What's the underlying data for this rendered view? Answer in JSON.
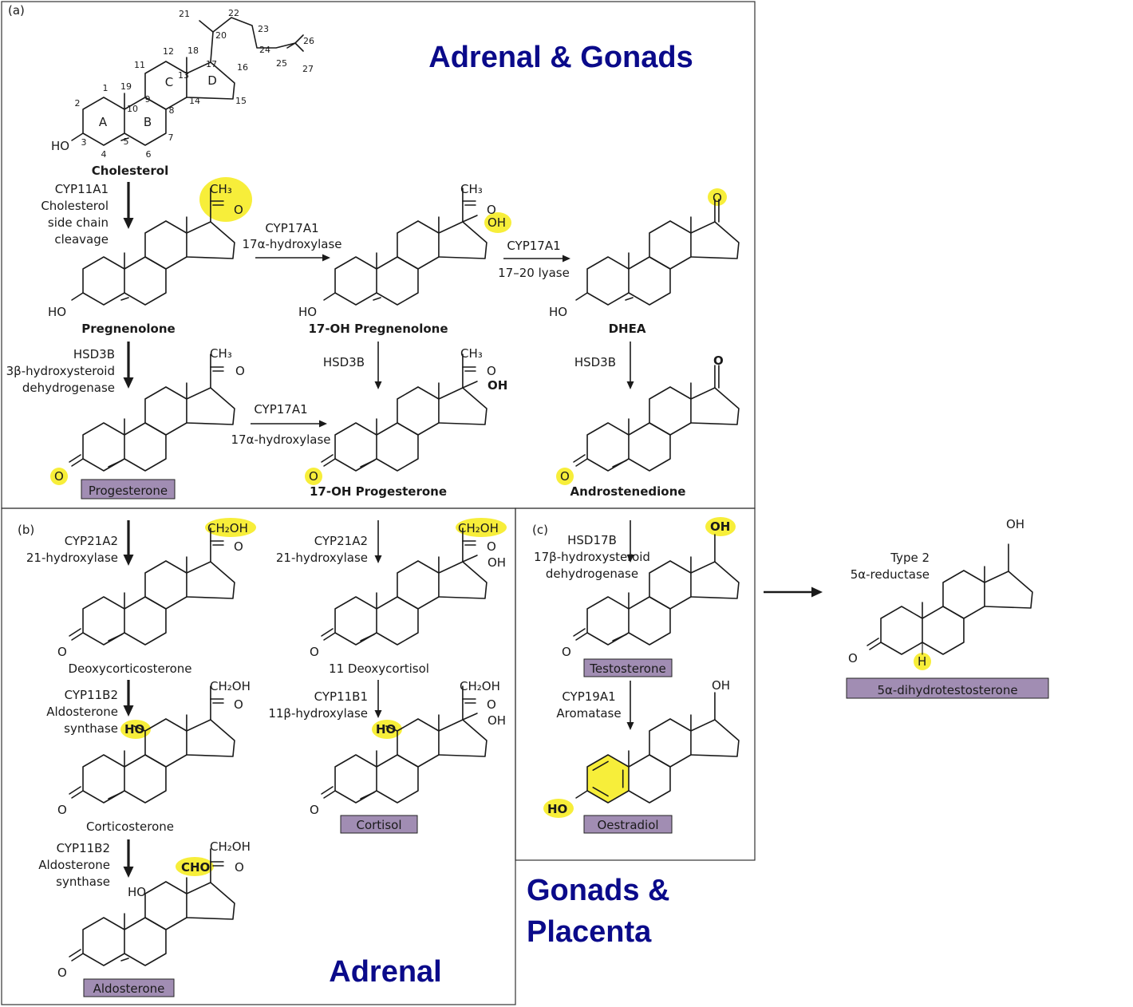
{
  "panels": {
    "a": "(a)",
    "b": "(b)",
    "c": "(c)"
  },
  "regions": {
    "adrenal_gonads": "Adrenal & Gonads",
    "adrenal": "Adrenal",
    "gonads_placenta_1": "Gonads &",
    "gonads_placenta_2": "Placenta"
  },
  "compounds": {
    "cholesterol": "Cholesterol",
    "pregnenolone": "Pregnenolone",
    "oh_pregnenolone": "17-OH Pregnenolone",
    "dhea": "DHEA",
    "progesterone": "Progesterone",
    "oh_progesterone": "17-OH Progesterone",
    "androstenedione": "Androstenedione",
    "deoxycorticosterone": "Deoxycorticosterone",
    "deoxycortisol": "11 Deoxycortisol",
    "testosterone": "Testosterone",
    "corticosterone": "Corticosterone",
    "cortisol": "Cortisol",
    "oestradiol": "Oestradiol",
    "aldosterone": "Aldosterone",
    "dht": "5α-dihydrotestosterone"
  },
  "enzymes": {
    "cyp11a1": [
      "CYP11A1",
      "Cholesterol",
      "side chain",
      "cleavage"
    ],
    "cyp17a1_hyd_top": [
      "CYP17A1",
      "17α-hydroxylase"
    ],
    "cyp17a1_lyase": [
      "CYP17A1",
      "17–20 lyase"
    ],
    "hsd3b_left": [
      "HSD3B",
      "3β-hydroxysteroid",
      "dehydrogenase"
    ],
    "hsd3b_mid": "HSD3B",
    "hsd3b_right": "HSD3B",
    "cyp17a1_hyd_mid": [
      "CYP17A1",
      "17α-hydroxylase"
    ],
    "cyp21a2_left": [
      "CYP21A2",
      "21-hydroxylase"
    ],
    "cyp21a2_mid": [
      "CYP21A2",
      "21-hydroxylase"
    ],
    "hsd17b": [
      "HSD17B",
      "17β-hydroxysteroid",
      "dehydrogenase"
    ],
    "cyp11b2_1": [
      "CYP11B2",
      "Aldosterone",
      "synthase"
    ],
    "cyp11b1": [
      "CYP11B1",
      "11β-hydroxylase"
    ],
    "cyp19a1": [
      "CYP19A1",
      "Aromatase"
    ],
    "cyp11b2_2": [
      "CYP11B2",
      "Aldosterone",
      "synthase"
    ],
    "reductase": [
      "Type 2",
      "5α-reductase"
    ]
  },
  "ring_labels": [
    "A",
    "B",
    "C",
    "D"
  ],
  "carbon_numbers": [
    "1",
    "2",
    "3",
    "4",
    "5",
    "6",
    "7",
    "8",
    "9",
    "10",
    "11",
    "12",
    "13",
    "14",
    "15",
    "16",
    "17",
    "18",
    "19",
    "20",
    "21",
    "22",
    "23",
    "24",
    "25",
    "26",
    "27"
  ],
  "atoms": {
    "HO": "HO",
    "O": "O",
    "OH": "OH",
    "H": "H",
    "CH3": "CH₃",
    "CH2OH": "CH₂OH",
    "CHO": "CHO"
  },
  "colors": {
    "highlight": "#f7ee3a",
    "name_box": "#a18db3",
    "region_title": "#0a0a8a",
    "line": "#1a1a1a"
  }
}
